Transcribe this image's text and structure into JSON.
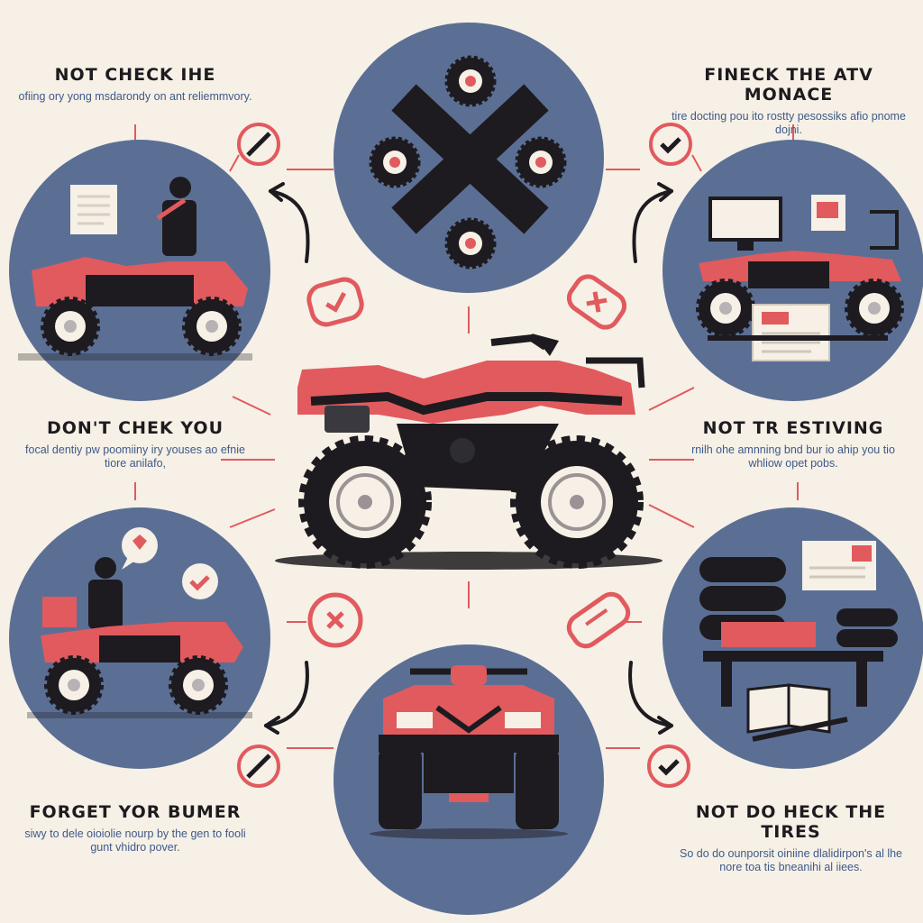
{
  "palette": {
    "background": "#f6f0e6",
    "circle": "#5b6f95",
    "accent": "#e15a5e",
    "dark": "#1d1b1f",
    "text_blue": "#3e5a8a"
  },
  "captions": {
    "top_left": {
      "title": "NOT CHECK IHE",
      "body": "ofiing ory yong msdarondy on ant reliemmvory."
    },
    "top_right": {
      "title": "FINECK THE ATV MONACE",
      "body": "tire docting pou ito rostty pesossiks afio pnome dojni."
    },
    "middle_left": {
      "title": "DON'T CHEK YOU",
      "body": "focal dentiy pw poomiiny iry youses ao efnie tiore anilafo,"
    },
    "middle_right": {
      "title": "NOT TR ESTIVING",
      "body": "rnilh ohe amnning bnd bur io ahip you tio whliow opet pobs."
    },
    "bottom_left": {
      "title": "FORGET YOR BUMER",
      "body": "siwy to dele oioiolie nourp by the gen to fooli gunt vhidro pover."
    },
    "bottom_right": {
      "title": "NOT DO HECK THE TIRES",
      "body": "So do do ounporsit oiniine dlalidirpon's al lhe nore toa tis bneanihi al iiees."
    }
  },
  "icons": {
    "central": "atv-side-view",
    "top_center": "cross-with-wheels",
    "top_left_panel": "atv-with-rider-and-document",
    "top_right_panel": "atv-with-monitor-and-form",
    "bottom_left_panel": "atv-with-rider-and-speech-bubble",
    "bottom_right_panel": "tires-stack-and-manual",
    "bottom_center_panel": "atv-front-view"
  }
}
